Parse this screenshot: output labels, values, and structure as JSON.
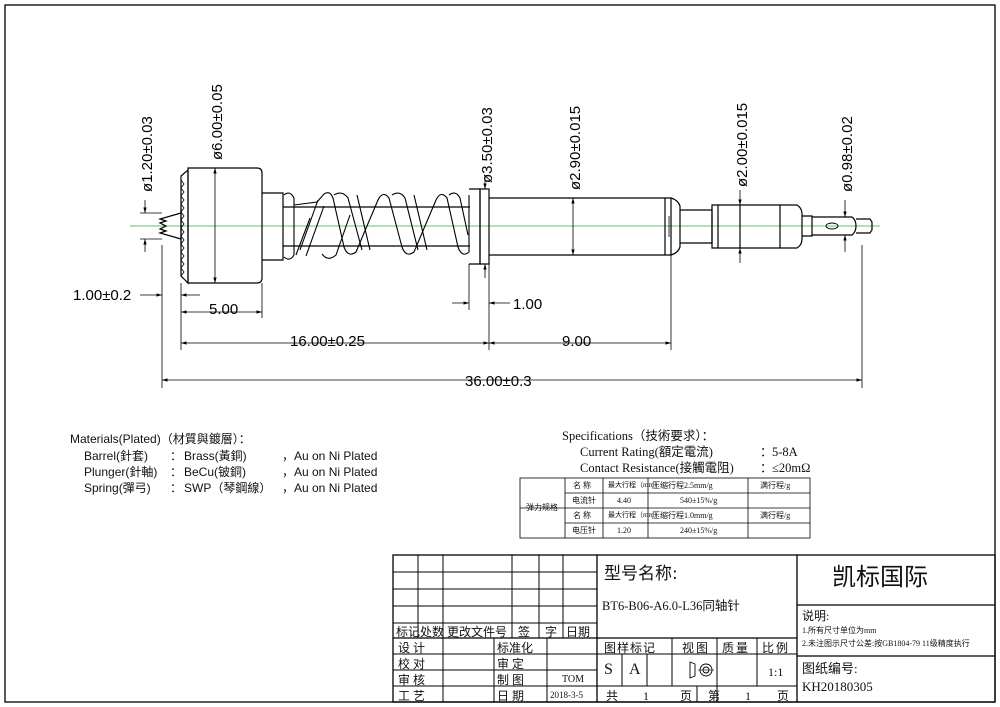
{
  "dimensions": {
    "d_120": "ø1.20±0.03",
    "d_600": "ø6.00±0.05",
    "d_350": "ø3.50±0.03",
    "d_290": "ø2.90±0.015",
    "d_200": "ø2.00±0.015",
    "d_098": "ø0.98±0.02",
    "l_100_02": "1.00±0.2",
    "l_500": "5.00",
    "l_100": "1.00",
    "l_1600": "16.00±0.25",
    "l_900": "9.00",
    "l_3600": "36.00±0.3"
  },
  "materials": {
    "title": "Materials(Plated)（材質與鍍層）：",
    "rows": [
      {
        "part": "Barrel(針套)",
        "sep": "：",
        "material": "Brass(黃銅)",
        "plating": "，Au on Ni Plated"
      },
      {
        "part": "Plunger(針軸)",
        "sep": "：",
        "material": "BeCu(铍銅)",
        "plating": "，Au on Ni Plated"
      },
      {
        "part": "Spring(彈弓)",
        "sep": "：",
        "material": "SWP（琴鋼線）",
        "plating": "，Au on Ni Plated"
      }
    ]
  },
  "specs": {
    "title": "Specifications（技術要求）：",
    "current_label": "Current Rating(額定電流)",
    "current_sep": "：",
    "current_value": "5-8A",
    "resistance_label": "Contact Resistance(接觸電阻)",
    "resistance_sep": "：",
    "resistance_value": "≤20mΩ"
  },
  "spring_table": {
    "group_label": "弹力规格",
    "h_name": "名 称",
    "h_max": "最大行程（mm）",
    "h_comp1": "压缩行程2.5mm/g",
    "h_full": "满行程/g",
    "r1_name": "电流针",
    "r1_max": "4.40",
    "r1_comp": "540±15%/g",
    "h_comp2": "压缩行程1.0mm/g",
    "r2_name": "电压针",
    "r2_max": "1.20",
    "r2_comp": "240±15%/g"
  },
  "title_block": {
    "rev": [
      "标记",
      "处数",
      "更改文件号",
      "签",
      "字",
      "日期"
    ],
    "left": [
      {
        "a": "设 计",
        "b": "标准化",
        "c": ""
      },
      {
        "a": "校 对",
        "b": "审 定",
        "c": ""
      },
      {
        "a": "审 核",
        "b": "制 图",
        "c": "TOM"
      },
      {
        "a": "工 艺",
        "b": "日 期",
        "c": "2018-3-5"
      }
    ],
    "model_label": "型号名称:",
    "model_value": "BT6-B06-A6.0-L36同轴针",
    "company": "凯标国际",
    "note_title": "说明:",
    "note1": "1.所有尺寸单位为mm",
    "note2": "2.未注图示尺寸公差:按GB1804-79    11级精度执行",
    "mark_label": "图样标记",
    "view_label": "视图",
    "mass_label": "质量",
    "scale_label": "比例",
    "mark_s": "S",
    "mark_a": "A",
    "scale_value": "1:1",
    "total_label": "共",
    "total_value": "1",
    "page_unit": "页",
    "sheet_label": "第",
    "sheet_value": "1",
    "sheet_unit": "页",
    "drawing_no_label": "图纸编号:",
    "drawing_no": "KH20180305"
  }
}
